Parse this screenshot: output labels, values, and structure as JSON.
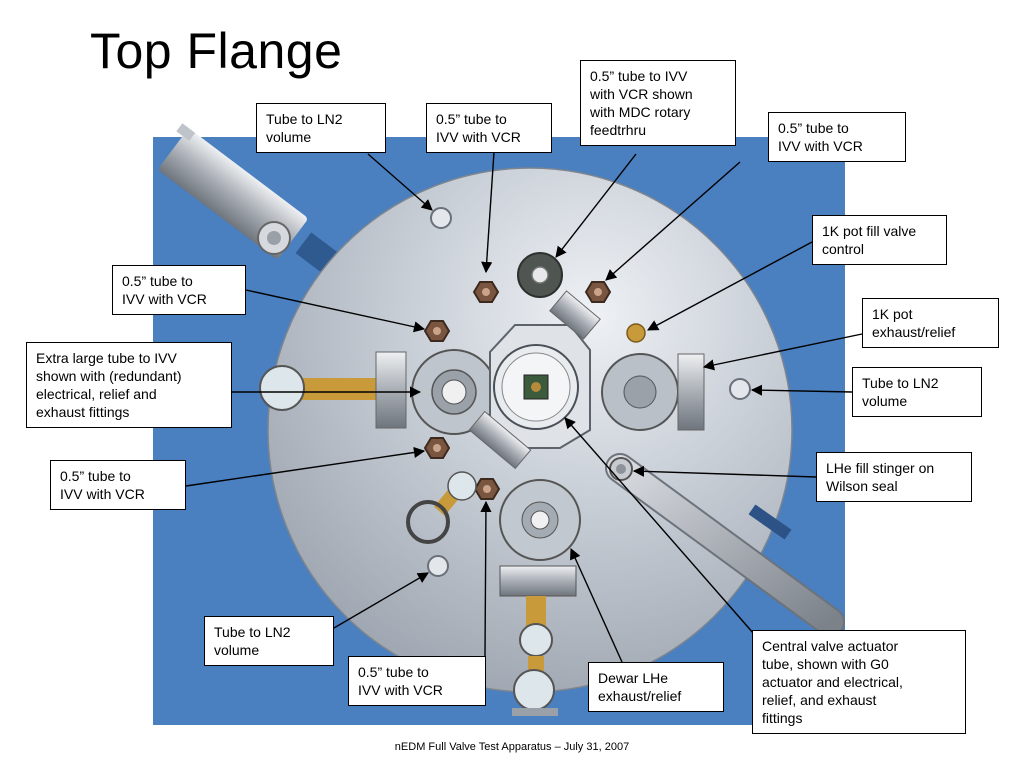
{
  "slide": {
    "title": "Top Flange",
    "footer": "nEDM Full Valve Test Apparatus – July 31, 2007"
  },
  "colors": {
    "background_panel": "#4a7fc0",
    "flange_disc": "#c7cdd5",
    "vcr_fitting": "#7a5540",
    "brass": "#c89a3a"
  },
  "callouts": [
    {
      "id": "tube-ln2-top",
      "text": "Tube to LN2\nvolume"
    },
    {
      "id": "vcr-top-left",
      "text": "0.5” tube to\nIVV with VCR"
    },
    {
      "id": "vcr-mdc",
      "text": "0.5” tube to IVV\nwith VCR shown\nwith MDC rotary\nfeedtrhru"
    },
    {
      "id": "vcr-top-right",
      "text": "0.5” tube to\nIVV with VCR"
    },
    {
      "id": "1k-pot-fill",
      "text": "1K pot fill valve\ncontrol"
    },
    {
      "id": "vcr-left-upper",
      "text": "0.5” tube to\nIVV with VCR"
    },
    {
      "id": "1k-pot-exhaust",
      "text": "1K pot\nexhaust/relief"
    },
    {
      "id": "extra-large-tube",
      "text": "Extra large tube to IVV\nshown with (redundant)\nelectrical, relief and\nexhaust fittings"
    },
    {
      "id": "tube-ln2-right",
      "text": "Tube to LN2\nvolume"
    },
    {
      "id": "vcr-left-lower",
      "text": "0.5” tube to\nIVV with VCR"
    },
    {
      "id": "lhe-fill-stinger",
      "text": "LHe fill stinger on\nWilson seal"
    },
    {
      "id": "tube-ln2-bottom",
      "text": "Tube to LN2\nvolume"
    },
    {
      "id": "vcr-bottom",
      "text": "0.5” tube to\nIVV with VCR"
    },
    {
      "id": "dewar-lhe",
      "text": "Dewar LHe\nexhaust/relief"
    },
    {
      "id": "central-valve",
      "text": "Central valve actuator\ntube, shown with G0\nactuator and electrical,\nrelief, and exhaust\nfittings"
    }
  ]
}
